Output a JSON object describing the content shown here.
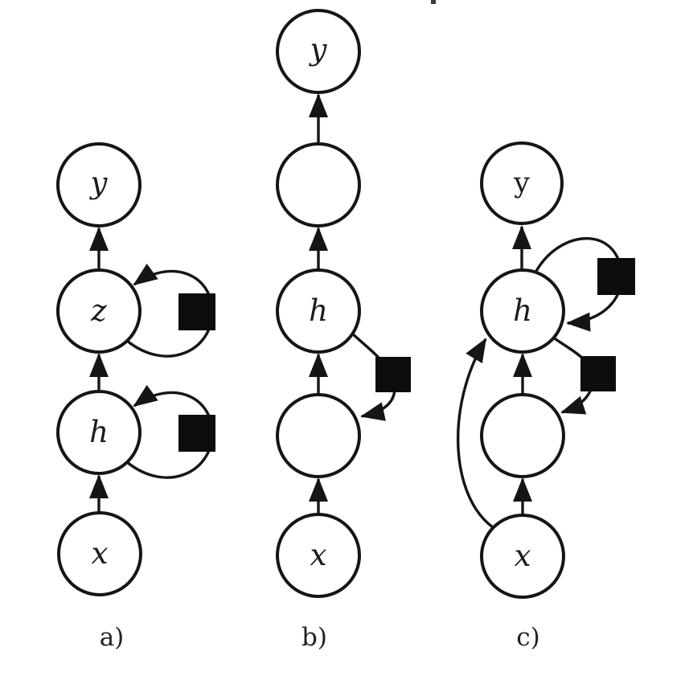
{
  "figure": {
    "type": "graphical-model-diagram",
    "description": "Three directed network diagrams (a, b, c) built from circle nodes and black-square delay units connected by arrows",
    "background_color": "#ffffff",
    "ink_color": "#151515",
    "delay_marker": "black-square",
    "panels": [
      {
        "caption": "a)",
        "labels": {
          "y": "y",
          "z": "z",
          "h": "h",
          "x": "x"
        },
        "nodes_top_to_bottom": [
          "y",
          "z",
          "h",
          "x"
        ],
        "edges": [
          "x -> h",
          "h -> z",
          "z -> y",
          "z -> [delay] -> z",
          "h -> [delay] -> h"
        ]
      },
      {
        "caption": "b)",
        "labels": {
          "y": "y",
          "h": "h",
          "x": "x"
        },
        "nodes_top_to_bottom": [
          "y",
          "(unlabeled)",
          "h",
          "(unlabeled)",
          "x"
        ],
        "edges": [
          "x -> (unlabeled lower)",
          "(unlabeled lower) -> h",
          "h -> (unlabeled upper)",
          "(unlabeled upper) -> y",
          "h -> [delay] -> (unlabeled lower)"
        ]
      },
      {
        "caption": "c)",
        "labels": {
          "y": "y",
          "h": "h",
          "x": "x"
        },
        "nodes_top_to_bottom": [
          "y",
          "h",
          "(unlabeled)",
          "x"
        ],
        "edges": [
          "x -> (unlabeled)",
          "(unlabeled) -> h",
          "h -> y",
          "h -> [delay] -> h",
          "h -> [delay] -> (unlabeled)",
          "x -> h (long left curve)"
        ]
      }
    ]
  }
}
